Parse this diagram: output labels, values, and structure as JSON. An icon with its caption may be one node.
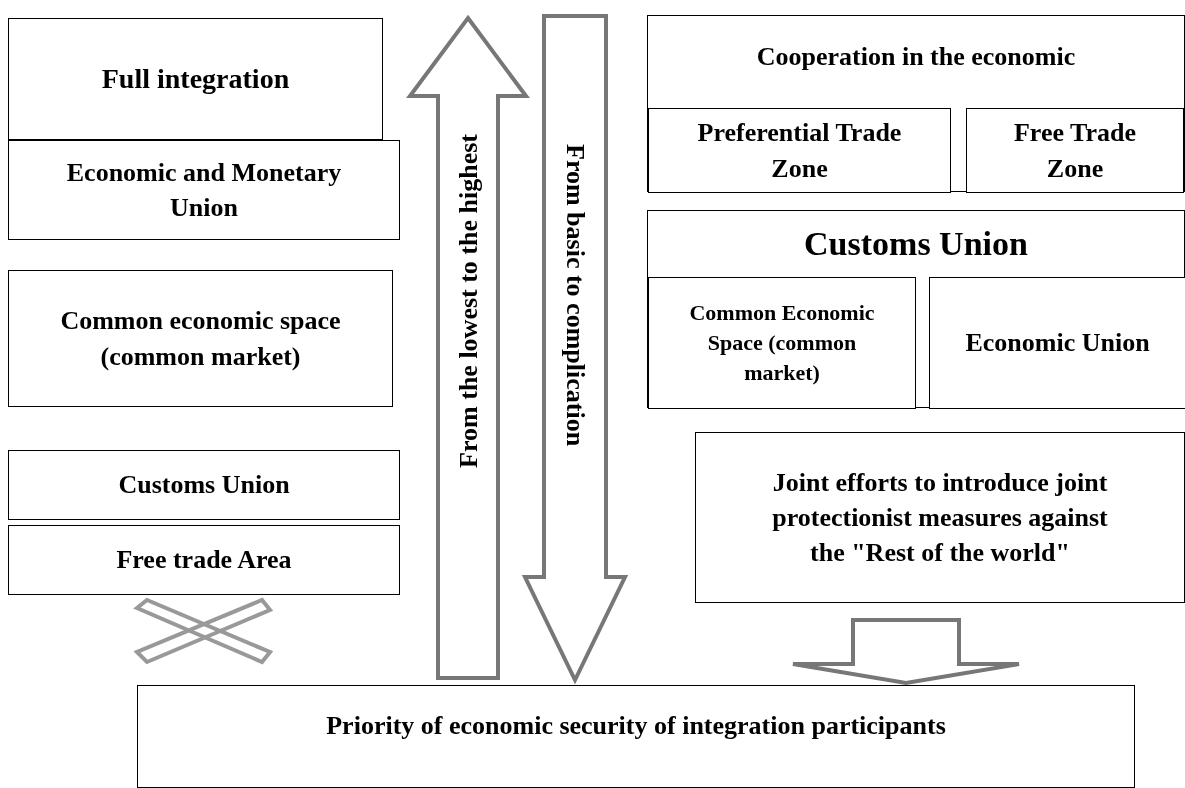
{
  "diagram": {
    "nodes": [
      {
        "text": [
          "Full integration"
        ]
      },
      {
        "text": [
          "Economic and Monetary Union"
        ]
      },
      {
        "text": [
          "Common economic space (common market)"
        ]
      },
      {
        "text": [
          "Customs Union"
        ]
      },
      {
        "text": [
          "Free trade Area"
        ]
      },
      {
        "text": [
          "From the lowest to the highest"
        ]
      },
      {
        "text": [
          "From basic to complication"
        ]
      },
      {
        "text": [
          "Cooperation in the economic"
        ]
      },
      {
        "text": [
          "Preferential Trade Zone"
        ],
        "in": 7
      },
      {
        "text": [
          "Free Trade Zone"
        ],
        "in": 7
      },
      {
        "text": [
          "Customs Union"
        ]
      },
      {
        "text": [
          "Common Economic Space (common market)"
        ],
        "in": 10
      },
      {
        "text": [
          "Economic Union"
        ],
        "in": 10
      },
      {
        "text": [
          "Joint efforts to introduce joint protectionist measures against the \"Rest of the world\""
        ]
      },
      {
        "text": [
          "Priority of economic security of integration participants"
        ]
      }
    ],
    "edges": [
      {
        "from": 13,
        "to": 14,
        "arrow": "to"
      }
    ]
  }
}
